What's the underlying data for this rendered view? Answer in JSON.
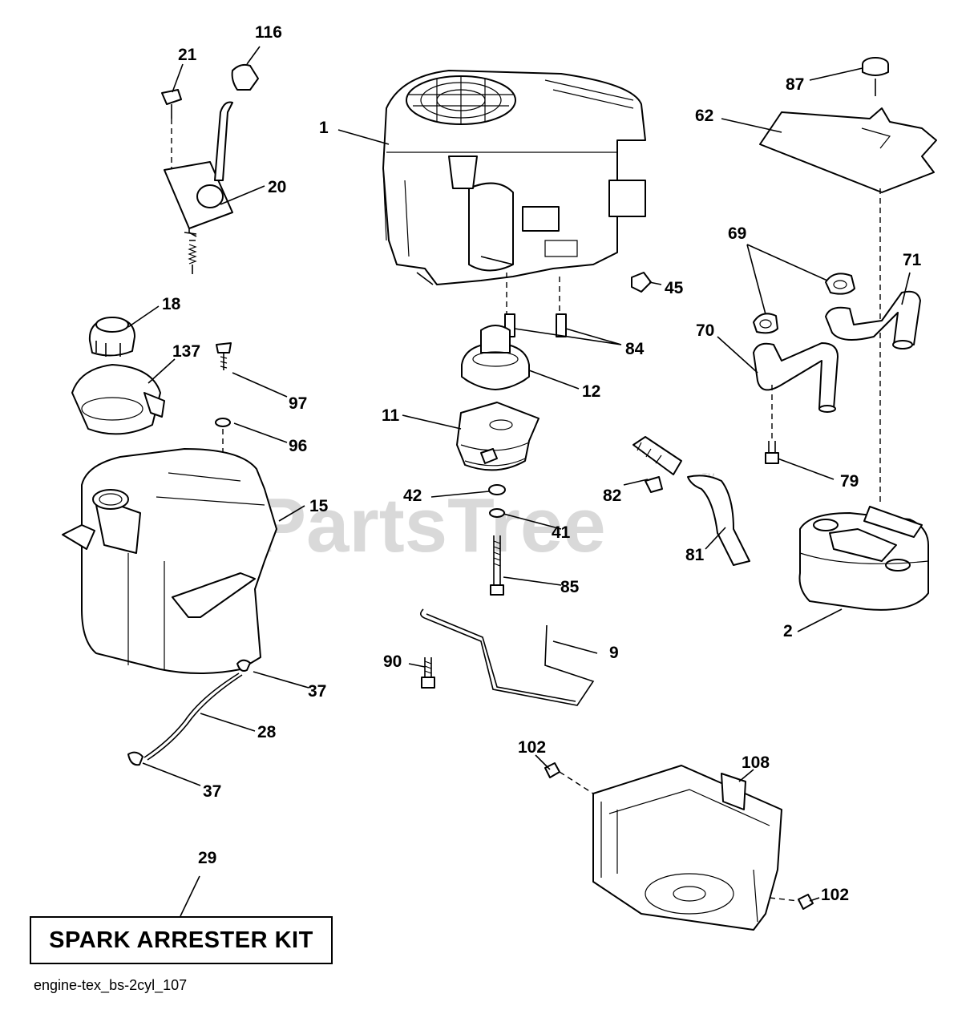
{
  "watermark": {
    "text": "PartsTree",
    "trademark": "TM"
  },
  "kit_label": "SPARK ARRESTER KIT",
  "footer_code": "engine-tex_bs-2cyl_107",
  "callouts": {
    "c1": "1",
    "c2": "2",
    "c9": "9",
    "c11": "11",
    "c12": "12",
    "c15": "15",
    "c18": "18",
    "c20": "20",
    "c21": "21",
    "c28": "28",
    "c29": "29",
    "c37a": "37",
    "c37b": "37",
    "c41": "41",
    "c42": "42",
    "c45": "45",
    "c62": "62",
    "c69": "69",
    "c70": "70",
    "c71": "71",
    "c79": "79",
    "c81": "81",
    "c82": "82",
    "c84": "84",
    "c85": "85",
    "c87": "87",
    "c90": "90",
    "c96": "96",
    "c97": "97",
    "c102a": "102",
    "c102b": "102",
    "c108": "108",
    "c116": "116",
    "c137": "137"
  }
}
